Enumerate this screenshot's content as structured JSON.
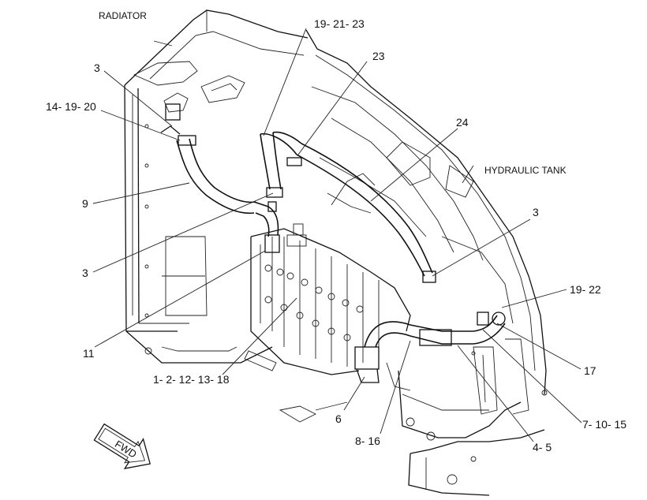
{
  "labels": {
    "radiator": "RADIATOR",
    "hydraulic_tank": "HYDRAULIC TANK",
    "fwd": "FWD",
    "p_19_21_23": "19- 21- 23",
    "p_23": "23",
    "p_3_top": "3",
    "p_14_19_20": "14- 19- 20",
    "p_24": "24",
    "p_9": "9",
    "p_3_left": "3",
    "p_3_right": "3",
    "p_19_22": "19- 22",
    "p_11": "11",
    "p_17": "17",
    "p_1_2_12_13_18": "1- 2- 12- 13- 18",
    "p_7_10_15": "7- 10- 15",
    "p_6": "6",
    "p_8_16": "8- 16",
    "p_4_5": "4- 5"
  }
}
